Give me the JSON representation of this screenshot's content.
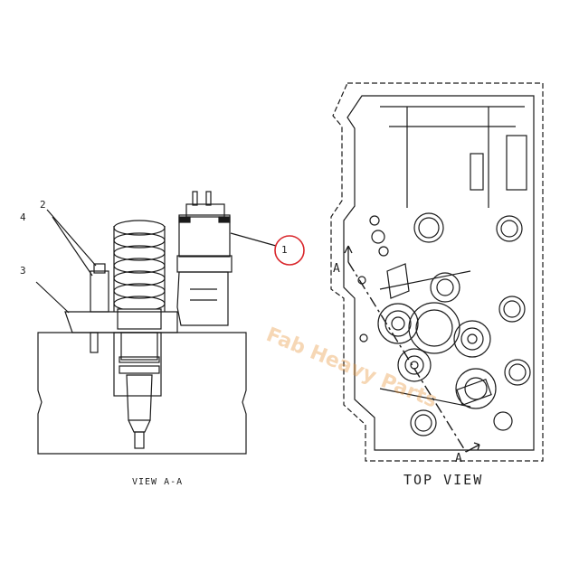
{
  "callouts": {
    "one": "1",
    "two": "2",
    "three": "3",
    "four": "4"
  },
  "section_marks": {
    "left": "A",
    "bottom": "A"
  },
  "captions": {
    "view_aa": "VIEW A-A",
    "top_view": "TOP VIEW"
  },
  "watermark": "Fab Heavy Parts",
  "colors": {
    "line": "#1a1a1a",
    "highlight_circle": "#d9262b",
    "watermark": "#e8963c"
  }
}
